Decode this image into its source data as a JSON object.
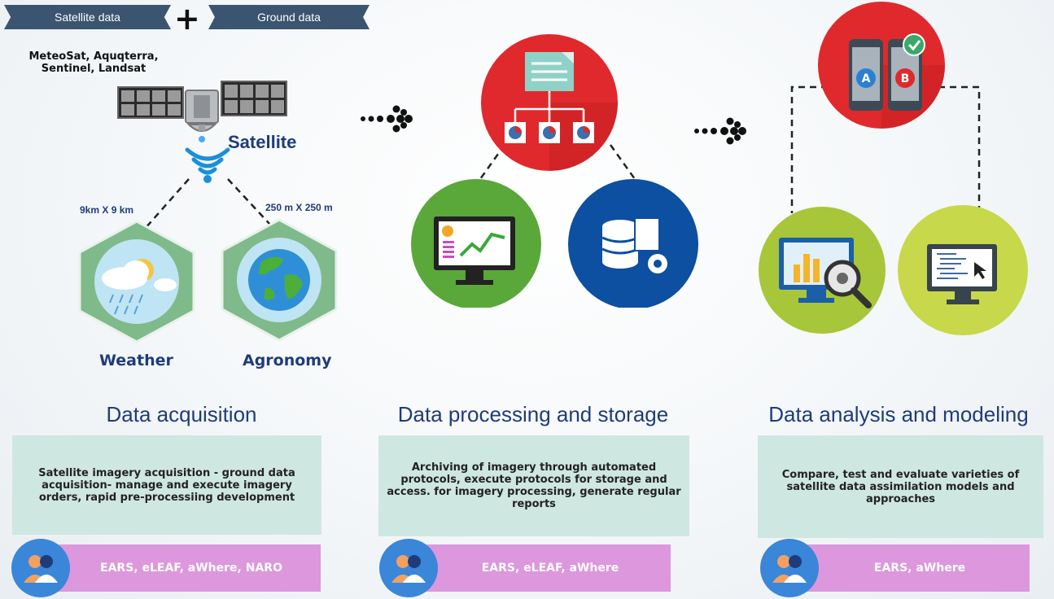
{
  "header": {
    "satellite_data": "Satellite data",
    "ground_data": "Ground data",
    "plus": "+"
  },
  "acquisition": {
    "sources": [
      "MeteoSat, Aquqterra,",
      "Sentinel, Landsat"
    ],
    "satellite_label": "Satellite",
    "weather_resolution": "9km X 9 km",
    "agronomy_resolution": "250 m X 250 m",
    "weather_label": "Weather",
    "agronomy_label": "Agronomy",
    "title": "Data acquisition",
    "description": "Satellite imagery acquisition - ground data acquisition- manage and execute imagery orders, rapid pre-processiing development",
    "partners": "EARS, eLEAF, aWhere, NARO"
  },
  "processing": {
    "title": "Data processing and storage",
    "description": "Archiving of imagery through automated protocols,  execute protocols for storage and access. for imagery processing, generate regular reports",
    "partners": "EARS, eLEAF, aWhere"
  },
  "analysis": {
    "title": "Data analysis and modeling",
    "description": "Compare, test and evaluate varieties of satellite data assimilation models and approaches",
    "partners": "EARS, aWhere",
    "option_a": "A",
    "option_b": "B"
  },
  "colors": {
    "navy": "#1f3c7a",
    "ribbon": "#3b5470",
    "red": "#e0292c",
    "green": "#5aa83a",
    "blue": "#0d4fa0",
    "lime": "#a8c63a",
    "mint": "#cfe7e1",
    "pink": "#dc97dd",
    "people_blue": "#3a86d9"
  }
}
